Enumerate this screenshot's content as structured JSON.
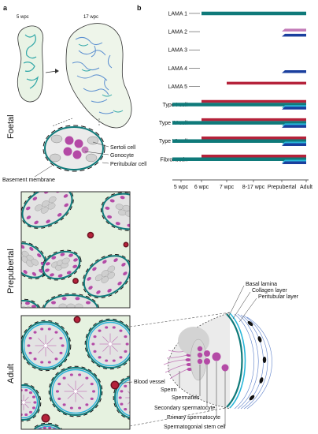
{
  "panels": {
    "a": "a",
    "b": "b"
  },
  "left": {
    "stage_foetal": "Foetal",
    "stage_prepubertal": "Prepubertal",
    "stage_adult": "Adult",
    "wpc_5": "5 wpc",
    "wpc_17": "17 wpc",
    "cell_labels": [
      "Sertoli cell",
      "Gonocyte",
      "Peritubular cell"
    ],
    "basement_membrane": "Basement membrane",
    "blood_vessel": "Blood vessel"
  },
  "detail": {
    "top_labels": [
      "Basal lamina",
      "Collagen layer",
      "Peritubular layer"
    ],
    "bottom_labels": [
      "Sperm",
      "Spermatids",
      "Secondary spermatocyte",
      "Primary spermatocyte",
      "Spermatogonial stem cell"
    ]
  },
  "timeline": {
    "stages": [
      "5 wpc",
      "6 wpc",
      "7 wpc",
      "8-17 wpc",
      "Prepubertal",
      "Adult"
    ],
    "rows": [
      {
        "label": "LAMA 1",
        "bars": [
          {
            "color": "teal",
            "from": 1,
            "to": 5
          }
        ]
      },
      {
        "label": "LAMA 2",
        "bars": [
          {
            "color": "pink",
            "from": 4,
            "to": 5
          },
          {
            "color": "navy",
            "from": 4,
            "to": 5
          }
        ]
      },
      {
        "label": "LAMA 3",
        "bars": []
      },
      {
        "label": "LAMA 4",
        "bars": [
          {
            "color": "navy",
            "from": 4,
            "to": 5
          }
        ]
      },
      {
        "label": "LAMA 5",
        "bars": [
          {
            "color": "red",
            "from": 2,
            "to": 5
          }
        ]
      },
      {
        "label": "Type I coll",
        "bars": [
          {
            "color": "red",
            "from": 1,
            "to": 5
          },
          {
            "color": "teal",
            "from": 0,
            "to": 5
          },
          {
            "color": "cyan",
            "from": 4,
            "to": 5
          },
          {
            "color": "navy",
            "from": 4,
            "to": 5
          }
        ]
      },
      {
        "label": "Type IV coll",
        "bars": [
          {
            "color": "red",
            "from": 1,
            "to": 5
          },
          {
            "color": "teal",
            "from": 0,
            "to": 5
          },
          {
            "color": "cyan",
            "from": 4,
            "to": 5
          },
          {
            "color": "navy",
            "from": 4,
            "to": 5
          }
        ]
      },
      {
        "label": "Type VI coll",
        "bars": [
          {
            "color": "red",
            "from": 1,
            "to": 5
          },
          {
            "color": "teal",
            "from": 0,
            "to": 5
          },
          {
            "color": "cyan",
            "from": 4,
            "to": 5
          },
          {
            "color": "navy",
            "from": 4,
            "to": 5
          }
        ]
      },
      {
        "label": "Fibronectin",
        "bars": [
          {
            "color": "red",
            "from": 1,
            "to": 5
          },
          {
            "color": "teal",
            "from": 0,
            "to": 5
          },
          {
            "color": "cyan",
            "from": 4,
            "to": 5
          },
          {
            "color": "navy",
            "from": 4,
            "to": 5
          }
        ]
      }
    ]
  },
  "colors": {
    "teal": "#0f7a7a",
    "cyan": "#29b6d9",
    "navy": "#1a3f9e",
    "red": "#b5223a",
    "pink": "#c27ab8",
    "magenta": "#b44aa6",
    "grey": "#d9d9d9",
    "green": "#d8ecd2"
  }
}
